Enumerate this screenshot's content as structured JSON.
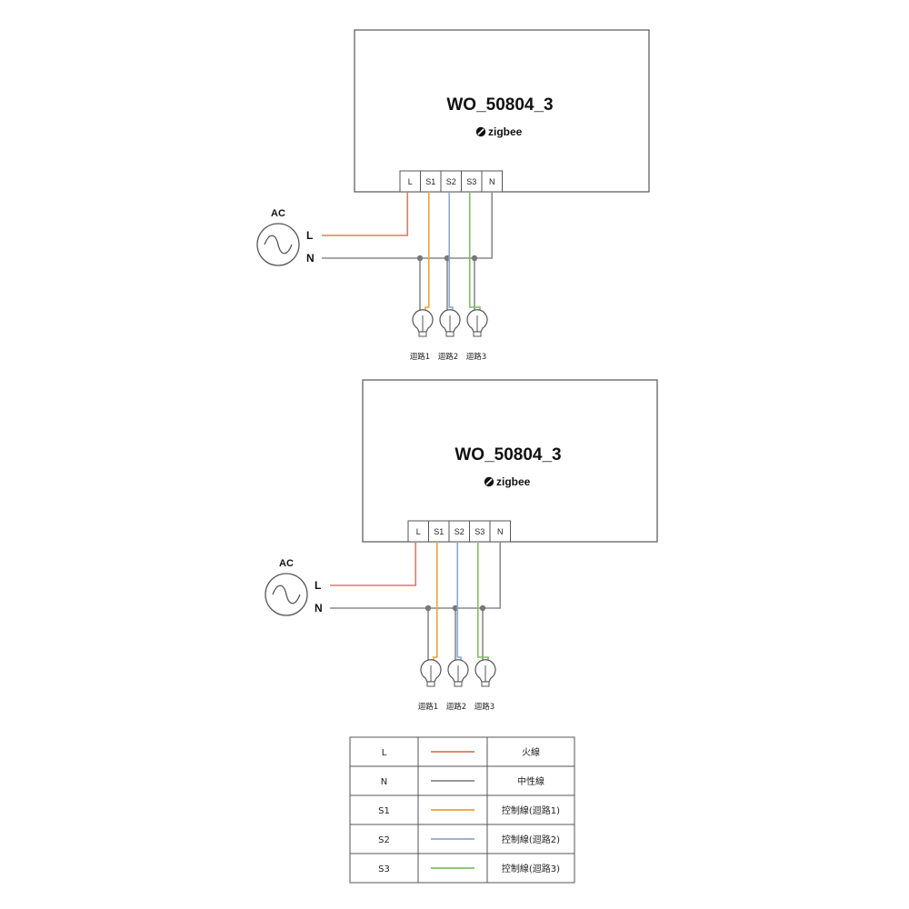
{
  "colors": {
    "L": "#e07a5f",
    "N": "#8a8a8a",
    "S1": "#f0a030",
    "S2": "#8aa8d0",
    "S3": "#7cc060",
    "outline": "#555555"
  },
  "device": {
    "model": "WO_50804_3",
    "brand": "zigbee",
    "brand_icon": "zigbee-logo-icon",
    "terminals": [
      "L",
      "S1",
      "S2",
      "S3",
      "N"
    ]
  },
  "source": {
    "ac_label": "AC",
    "line_label": "L",
    "neutral_label": "N",
    "icon": "ac-sine-wave-icon"
  },
  "loads": [
    {
      "label": "迴路1",
      "icon": "light-bulb-icon"
    },
    {
      "label": "迴路2",
      "icon": "light-bulb-icon"
    },
    {
      "label": "迴路3",
      "icon": "light-bulb-icon"
    }
  ],
  "legend": {
    "rows": [
      {
        "code": "L",
        "color": "#e07a5f",
        "desc": "火線"
      },
      {
        "code": "N",
        "color": "#8a8a8a",
        "desc": "中性線"
      },
      {
        "code": "S1",
        "color": "#f0a030",
        "desc": "控制線(迴路1)"
      },
      {
        "code": "S2",
        "color": "#8aa8d0",
        "desc": "控制線(迴路2)"
      },
      {
        "code": "S3",
        "color": "#7cc060",
        "desc": "控制線(迴路3)"
      }
    ]
  }
}
